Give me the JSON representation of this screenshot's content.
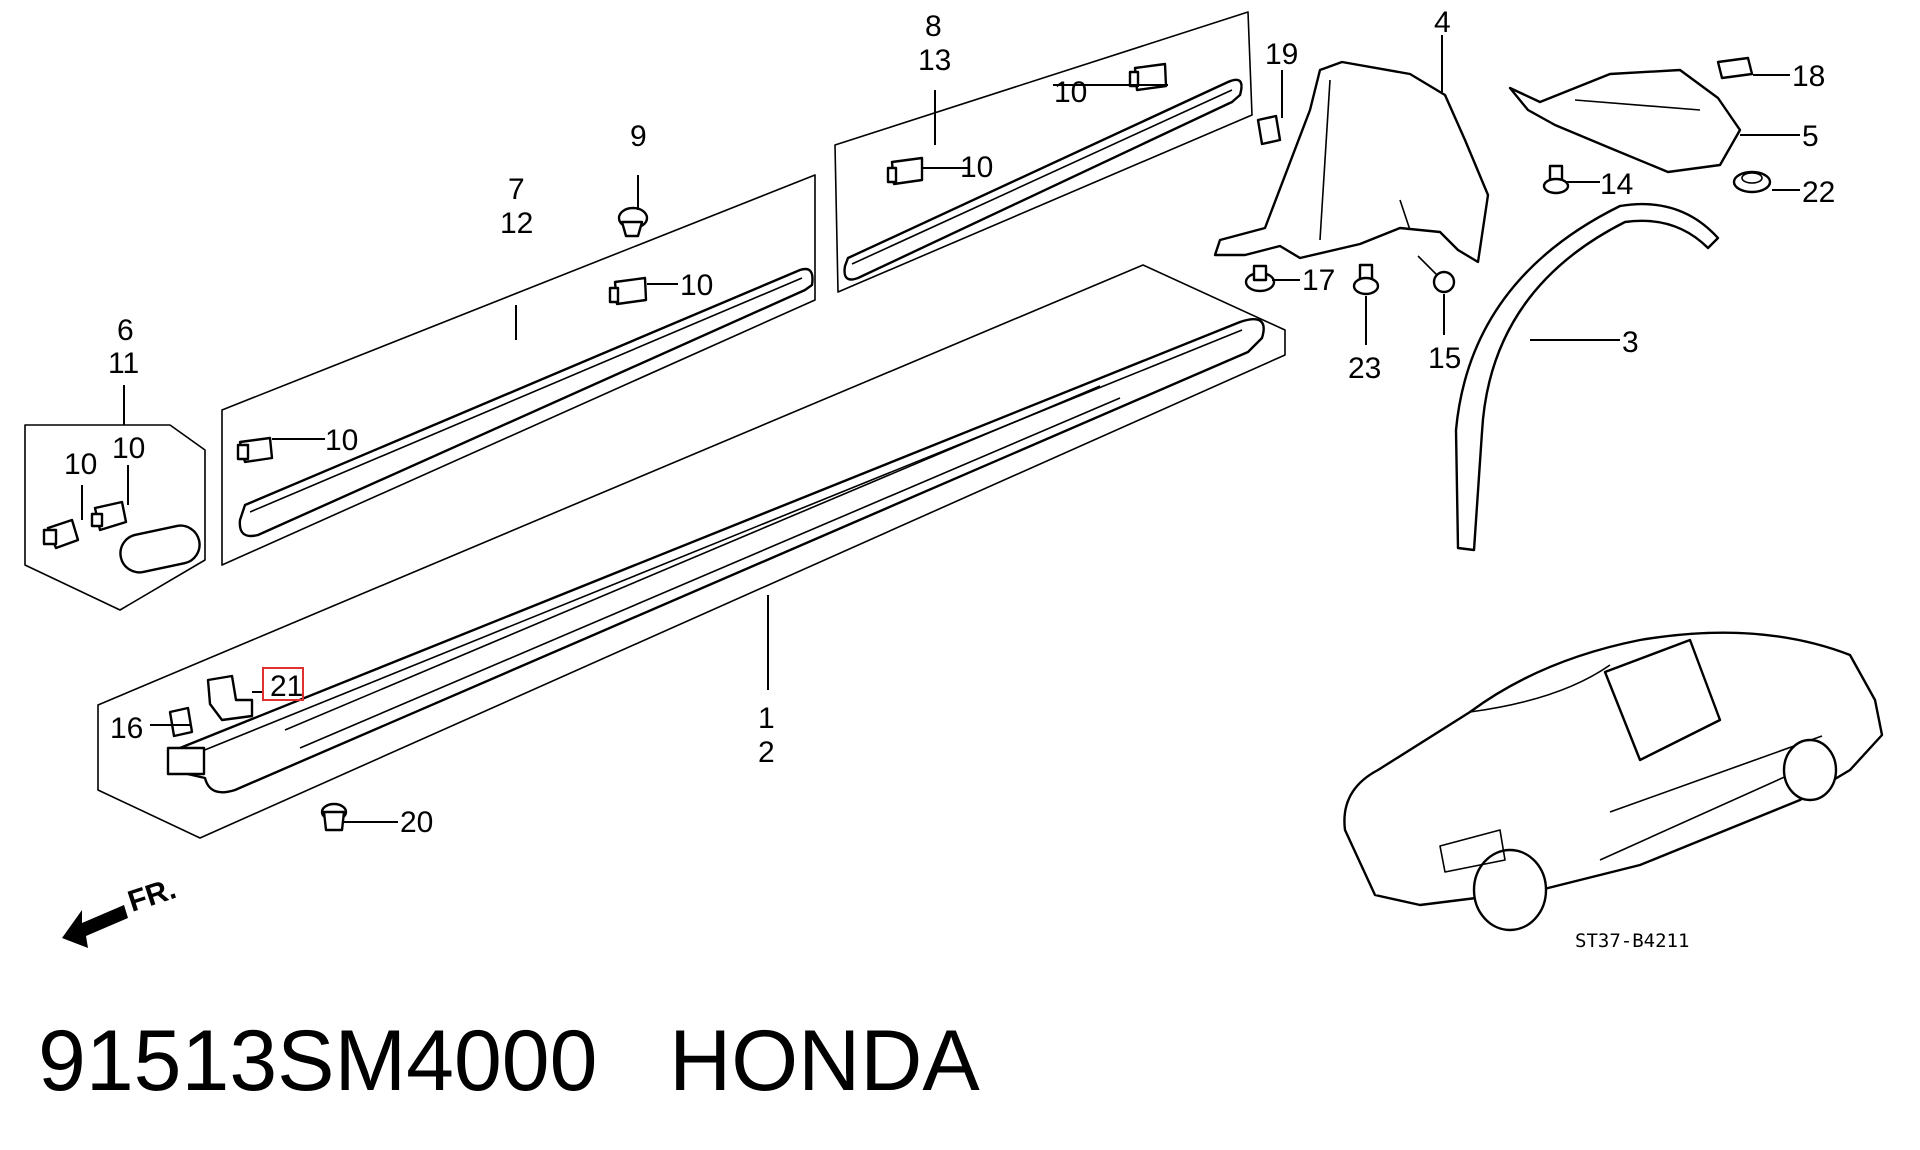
{
  "callouts": {
    "c1": "1",
    "c2": "2",
    "c3": "3",
    "c4": "4",
    "c5": "5",
    "c6": "6",
    "c7": "7",
    "c8": "8",
    "c9": "9",
    "c10a": "10",
    "c10b": "10",
    "c10c": "10",
    "c10d": "10",
    "c10e": "10",
    "c10f": "10",
    "c11": "11",
    "c12": "12",
    "c13": "13",
    "c14": "14",
    "c15": "15",
    "c16": "16",
    "c17": "17",
    "c18": "18",
    "c19": "19",
    "c20": "20",
    "c21": "21",
    "c22": "22",
    "c23": "23"
  },
  "highlighted_callout": "21",
  "highlight_color": "#e03030",
  "direction_label": "FR.",
  "drawing_code": "ST37-B4211",
  "footer": {
    "part_number": "91513SM4000",
    "brand": "HONDA"
  }
}
